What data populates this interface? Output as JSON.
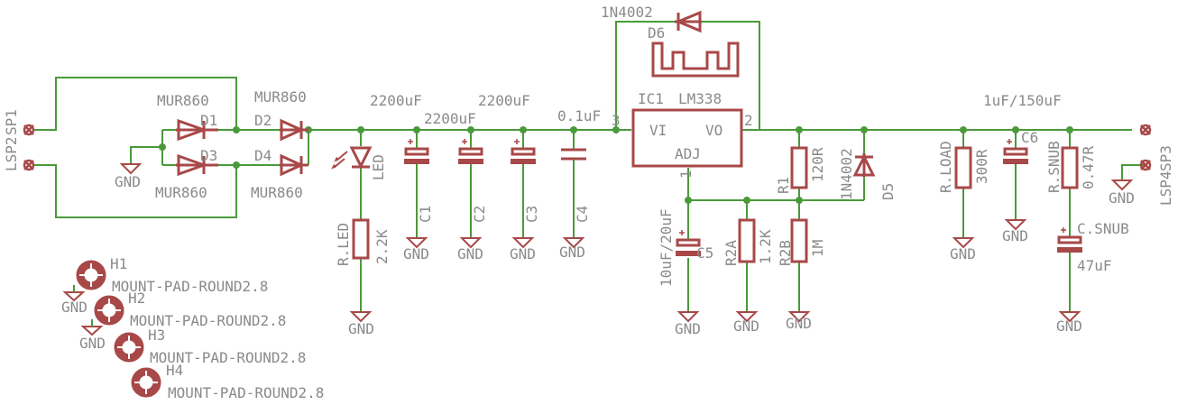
{
  "labels": {
    "d1": "D1",
    "d2": "D2",
    "d3": "D3",
    "d4": "D4",
    "d5": "D5",
    "d6": "D6",
    "mur_d1": "MUR860",
    "mur_d2": "MUR860",
    "mur_d3": "MUR860",
    "mur_d4": "MUR860",
    "c1_val": "2200uF",
    "c2_val": "2200uF",
    "c3_val": "2200uF",
    "c4_val": "0.1uF",
    "c1": "C1",
    "c2": "C2",
    "c3": "C3",
    "c4": "C4",
    "c5": "C5",
    "c6": "C6",
    "c5_val": "10uF/20uF",
    "c6_val": "1uF/150uF",
    "csnub": "C.SNUB",
    "csnub_val": "47uF",
    "ic1": "IC1",
    "lm338": "LM338",
    "vi": "VI",
    "vo": "VO",
    "adj": "ADJ",
    "pin1": "1",
    "pin2": "2",
    "pin3": "3",
    "d6_part": "1N4002",
    "d5_part": "1N4002",
    "r1": "R1",
    "r1_val": "120R",
    "r2a": "R2A",
    "r2a_val": "1.2K",
    "r2b": "R2B",
    "r2b_val": "1M",
    "rload": "R.LOAD",
    "rload_val": "300R",
    "rsnub": "R.SNUB",
    "rsnub_val": "0.47R",
    "rled": "R.LED",
    "rled_val": "2.2K",
    "led": "LED",
    "lsp2": "LSP2",
    "sp1": "SP1",
    "lsp4": "LSP4",
    "sp3": "SP3",
    "gnd": "GND",
    "h1": "H1",
    "h2": "H2",
    "h3": "H3",
    "h4": "H4",
    "mount": "MOUNT-PAD-ROUND2.8"
  },
  "colors": {
    "wire": "#4a9a3a",
    "part": "#a84848",
    "text": "#8a8a8a"
  }
}
